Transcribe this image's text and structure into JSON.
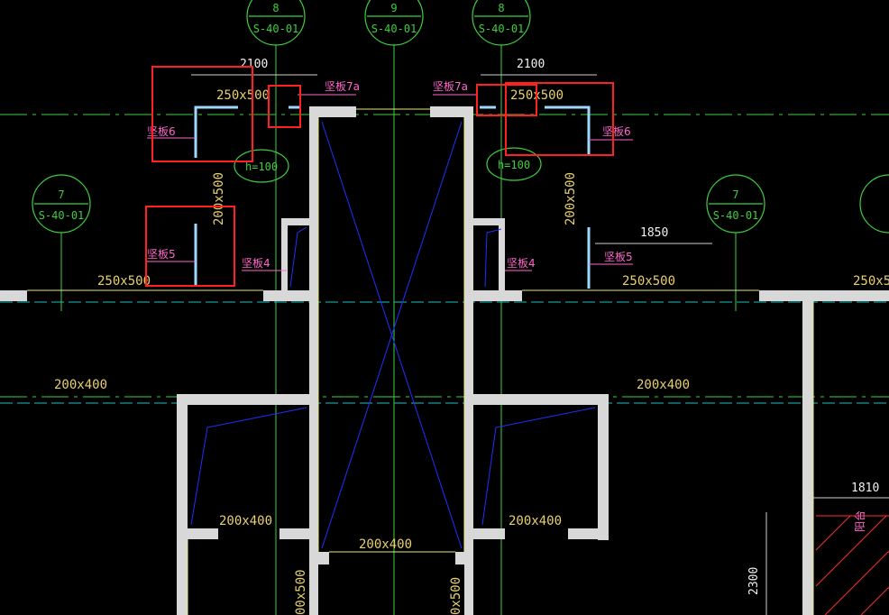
{
  "colors": {
    "background": "#000000",
    "wall": "#d8d8d8",
    "beam_edge": "#e8e880",
    "axis": "#3ecf3e",
    "dim_text": "#f0f0f0",
    "beam_text": "#e8d070",
    "note_text": "#ff66cc",
    "highlight": "#ff2020",
    "slab": "#66ccff",
    "void_diag": "#2030ff"
  },
  "grid_bubbles": [
    {
      "num": "8",
      "ref": "S-40-01"
    },
    {
      "num": "9",
      "ref": "S-40-01"
    },
    {
      "num": "8",
      "ref": "S-40-01"
    },
    {
      "num": "7",
      "ref": "S-40-01"
    },
    {
      "num": "7",
      "ref": "S-40-01"
    }
  ],
  "dimensions": {
    "d_2100_left": "2100",
    "d_2100_right": "2100",
    "d_1850": "1850",
    "d_1810": "1810",
    "d_2300": "2300"
  },
  "beams": {
    "b_250x500_top_left": "250x500",
    "b_250x500_top_right": "250x500",
    "b_250x500_left": "250x500",
    "b_250x500_mid_right": "250x500",
    "b_250x500_far_right": "250x5",
    "b_200x500_left": "200x500",
    "b_200x500_right": "200x500",
    "b_200x400_left": "200x400",
    "b_200x400_right": "200x400",
    "b_200x400_low_left": "200x400",
    "b_200x400_low_right": "200x400",
    "b_200x400_bottom": "200x400",
    "b_00x500_a": "00x500",
    "b_0x500_b": "0x500"
  },
  "notes": {
    "n_7a_left": "坚板7a",
    "n_7a_right": "坚板7a",
    "n_6_left": "坚板6",
    "n_6_right": "坚板6",
    "n_5_left": "坚板5",
    "n_5_right": "坚板5",
    "n_4_left": "坚板4",
    "n_4_right": "坚板4",
    "n_h100_left": "h=100",
    "n_h100_right": "h=100",
    "n_jiao": "阳台"
  }
}
